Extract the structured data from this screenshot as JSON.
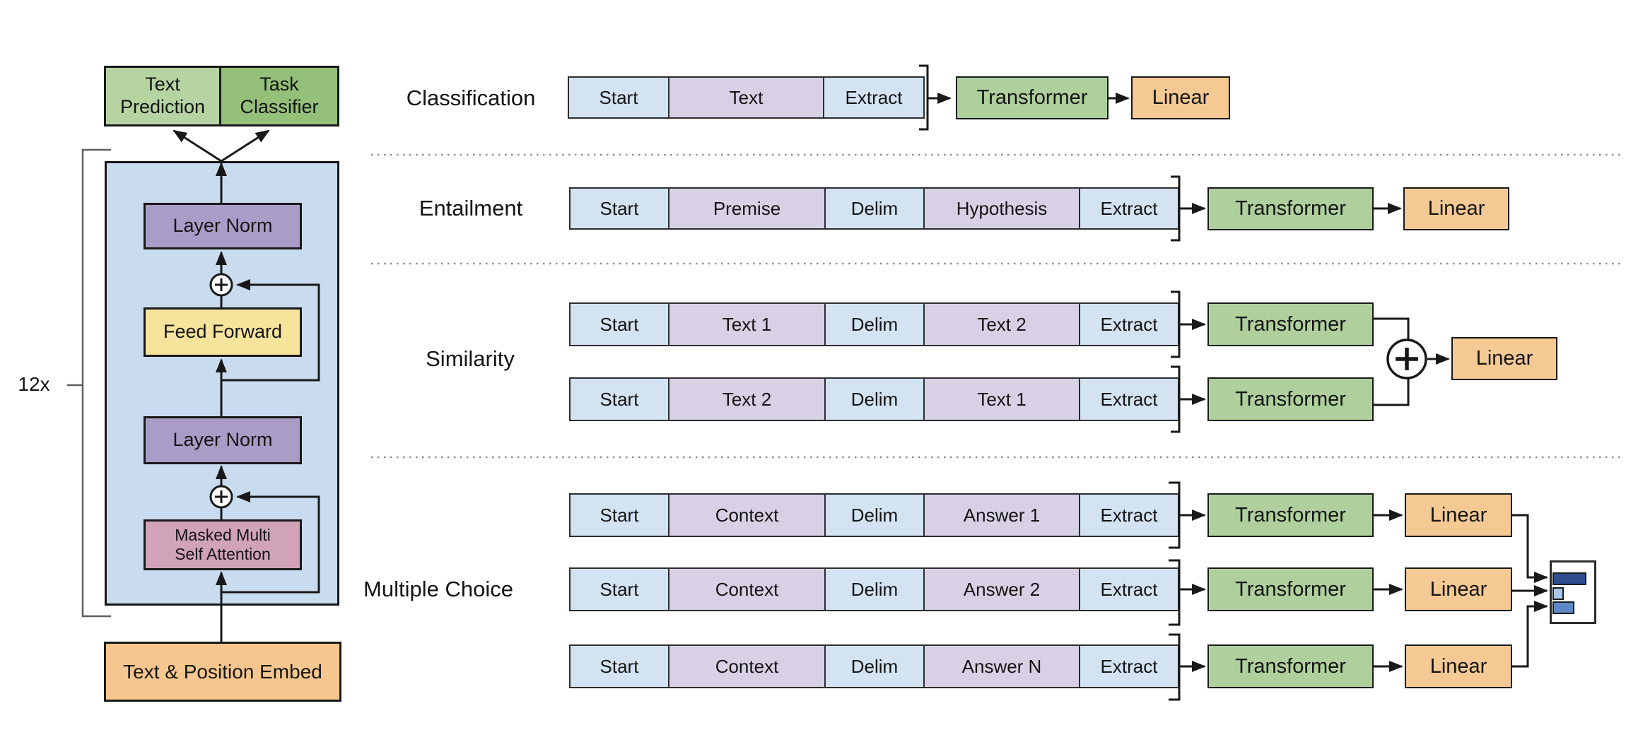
{
  "architecture": {
    "repeat_label": "12x",
    "text_prediction_line1": "Text",
    "text_prediction_line2": "Prediction",
    "task_classifier_line1": "Task",
    "task_classifier_line2": "Classifier",
    "layer_norm_top": "Layer Norm",
    "feed_forward": "Feed Forward",
    "layer_norm_bottom": "Layer Norm",
    "masked_attention_line1": "Masked Multi",
    "masked_attention_line2": "Self Attention",
    "embed": "Text & Position Embed"
  },
  "tasks": {
    "classification": {
      "label": "Classification",
      "cells": [
        "Start",
        "Text",
        "Extract"
      ],
      "transformer": "Transformer",
      "linear": "Linear"
    },
    "entailment": {
      "label": "Entailment",
      "cells": [
        "Start",
        "Premise",
        "Delim",
        "Hypothesis",
        "Extract"
      ],
      "transformer": "Transformer",
      "linear": "Linear"
    },
    "similarity": {
      "label": "Similarity",
      "row1_cells": [
        "Start",
        "Text 1",
        "Delim",
        "Text 2",
        "Extract"
      ],
      "row2_cells": [
        "Start",
        "Text 2",
        "Delim",
        "Text 1",
        "Extract"
      ],
      "transformer1": "Transformer",
      "transformer2": "Transformer",
      "linear": "Linear"
    },
    "multiple_choice": {
      "label": "Multiple Choice",
      "row1_cells": [
        "Start",
        "Context",
        "Delim",
        "Answer 1",
        "Extract"
      ],
      "row2_cells": [
        "Start",
        "Context",
        "Delim",
        "Answer 2",
        "Extract"
      ],
      "row3_cells": [
        "Start",
        "Context",
        "Delim",
        "Answer N",
        "Extract"
      ],
      "transformer1": "Transformer",
      "transformer2": "Transformer",
      "transformer3": "Transformer",
      "linear1": "Linear",
      "linear2": "Linear",
      "linear3": "Linear"
    }
  },
  "colors": {
    "text_prediction_green": "#b6d4a2",
    "task_classifier_green": "#95c07a",
    "transformer_green": "#afd09d",
    "linear_orange": "#f4c993",
    "embed_orange": "#f5c78e",
    "layer_norm_purple": "#a99dc8",
    "feed_forward_yellow": "#f7e49c",
    "attention_pink": "#d1a3b8",
    "container_blue": "#c9dbee",
    "cell_blue": "#d3e3f2",
    "cell_purple": "#d8d1e6",
    "score_bar_dark": "#2e4d8f",
    "score_bar_light": "#aac8e9",
    "score_bar_mid": "#5d89c4"
  }
}
